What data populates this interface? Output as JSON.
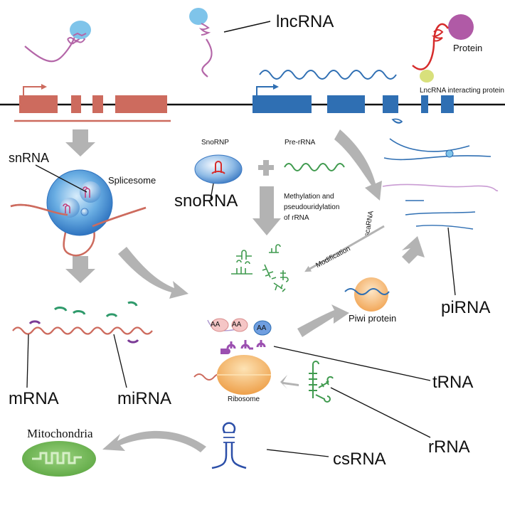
{
  "labels": {
    "lncrna": "lncRNA",
    "protein": "Protein",
    "lncrna_interacting_protein": "LncRNA interacting protein",
    "snrna": "snRNA",
    "splicesome": "Splicesome",
    "snornp": "SnoRNP",
    "pre_rrna": "Pre-rRNA",
    "methylation_1": "Methylation and",
    "methylation_2": "pseudouridylation",
    "methylation_3": "of rRNA",
    "snorna": "snoRNA",
    "scarna": "scaRNA",
    "modification": "Modification",
    "piwi_protein": "Piwi protein",
    "pirna": "piRNA",
    "mrna": "mRNA",
    "mirna": "miRNA",
    "aa": "AA",
    "ribosome": "Ribosome",
    "trna": "tRNA",
    "rrna": "rRNA",
    "mitochondria": "Mitochondria",
    "csrna": "csRNA"
  },
  "colors": {
    "gene_red": "#cd6b5e",
    "gene_blue": "#2f6fb3",
    "arrow_gray": "#b3b3b3",
    "lnc_purple": "#b466a8",
    "protein_purple": "#b05aa6",
    "protein_blue": "#7fc4ea",
    "protein_yellow": "#d8e07c",
    "rrna_green": "#3f9a4e",
    "mirna_green": "#2f9a6b",
    "mirna_purple": "#7a3a96",
    "ribosome_orange": "#f0a94a",
    "mito_green": "#6fbb4e",
    "csrna_blue": "#2c4fa8"
  }
}
